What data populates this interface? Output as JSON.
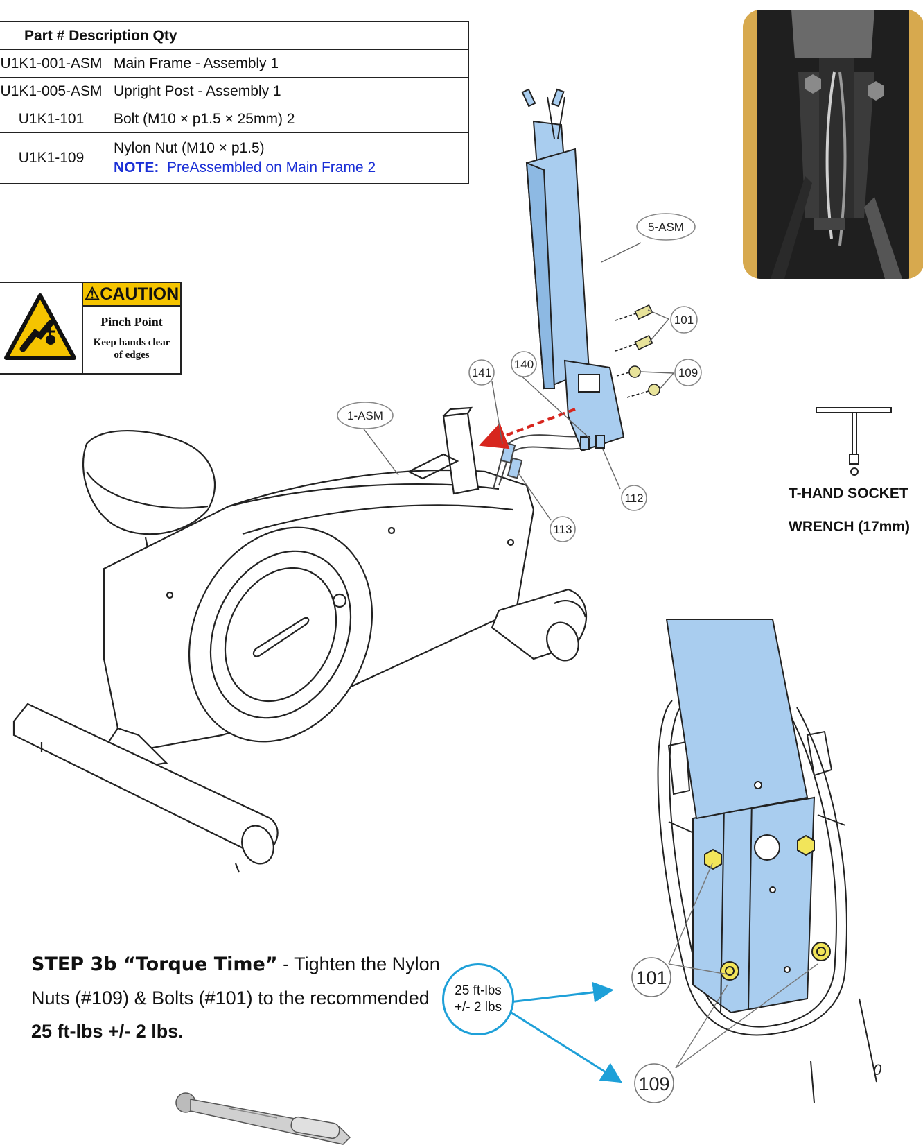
{
  "parts_table": {
    "header": "Part # Description Qty",
    "rows": [
      {
        "part": "U1K1-001-ASM",
        "description": "Main Frame - Assembly 1"
      },
      {
        "part": "U1K1-005-ASM",
        "description": "Upright Post - Assembly 1"
      },
      {
        "part": "U1K1-101",
        "description": "Bolt (M10 × p1.5 × 25mm) 2"
      },
      {
        "part": "U1K1-109",
        "description": "Nylon Nut (M10 × p1.5)",
        "note_label": "NOTE:",
        "note_text": "PreAssembled on Main Frame 2"
      }
    ]
  },
  "caution": {
    "heading": "⚠CAUTION",
    "title": "Pinch Point",
    "line1": "Keep hands clear",
    "line2": "of edges"
  },
  "callouts": {
    "upright": "5-ASM",
    "frame": "1-ASM",
    "bolt": "101",
    "nut": "109",
    "c140": "140",
    "c141": "141",
    "c112": "112",
    "c113": "113",
    "detail_bolt": "101",
    "detail_nut": "109"
  },
  "tool": {
    "line1": "T-HAND SOCKET",
    "line2": "WRENCH (17mm)"
  },
  "step": {
    "lead": "STEP 3b  “Torque Time”",
    "text1": " - Tighten the Nylon Nuts (#109) &  Bolts (#101) to the recommended ",
    "bold_value": "25 ft-lbs +/- 2 lbs."
  },
  "torque_bubble": {
    "line1": "25 ft-lbs",
    "line2": "+/- 2 lbs"
  },
  "colors": {
    "part_blue": "#a9cdef",
    "note_blue": "#1a2fd6",
    "callout_cyan": "#1ea0d8",
    "caution_yellow": "#f5c400",
    "arrow_red": "#d7261e"
  }
}
